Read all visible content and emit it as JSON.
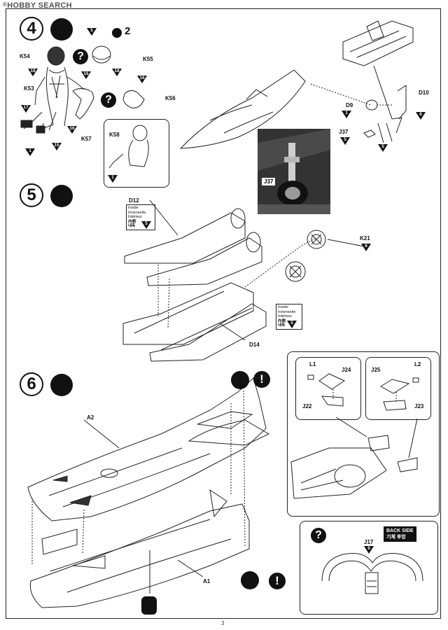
{
  "watermark": {
    "text": "HOBBY SEARCH",
    "reg": "®"
  },
  "page_number": "3",
  "steps": [
    {
      "number": "4",
      "glue_icon": "pencil-glue-icon"
    },
    {
      "number": "5",
      "glue_icon": "pencil-glue-icon"
    },
    {
      "number": "6",
      "glue_icon": "pencil-glue-icon"
    }
  ],
  "step4": {
    "repeat_count": "2",
    "labels": {
      "k54": "K54",
      "k53": "K53",
      "k55": "K55",
      "k56": "K56",
      "k57": "K57",
      "k58": "K58",
      "d9": "D9",
      "d10": "D10",
      "j37": "J37",
      "j37_photo": "J37"
    },
    "colors": {
      "c5a": "5",
      "c18a": "18",
      "c16a": "16",
      "c18b": "18",
      "c16b": "16",
      "c17": "17",
      "c1a": "1",
      "c15": "15",
      "c16c": "16",
      "c1b": "1",
      "c1c": "1",
      "c1d": "1",
      "c6": "6",
      "c5b": "5",
      "c5c": "5"
    }
  },
  "step5": {
    "labels": {
      "d12": "D12",
      "d14": "D14",
      "k21": "K21"
    },
    "colors": {
      "c6": "6",
      "c5a": "5",
      "c5b": "5"
    },
    "inside_note_lines": [
      "Inside",
      "Innenseite",
      "Intérieur"
    ],
    "inside_note_kr": "內側",
    "inside_note_kr2": "내측"
  },
  "step6": {
    "labels": {
      "a2": "A2",
      "a1": "A1",
      "l1": "L1",
      "l2": "L2",
      "j22": "J22",
      "j23": "J23",
      "j24": "J24",
      "j25": "J25",
      "j17": "J17"
    },
    "colors": {
      "c6": "6"
    },
    "back_side": "BACK SIDE",
    "back_side_kr": "기체 후방"
  }
}
